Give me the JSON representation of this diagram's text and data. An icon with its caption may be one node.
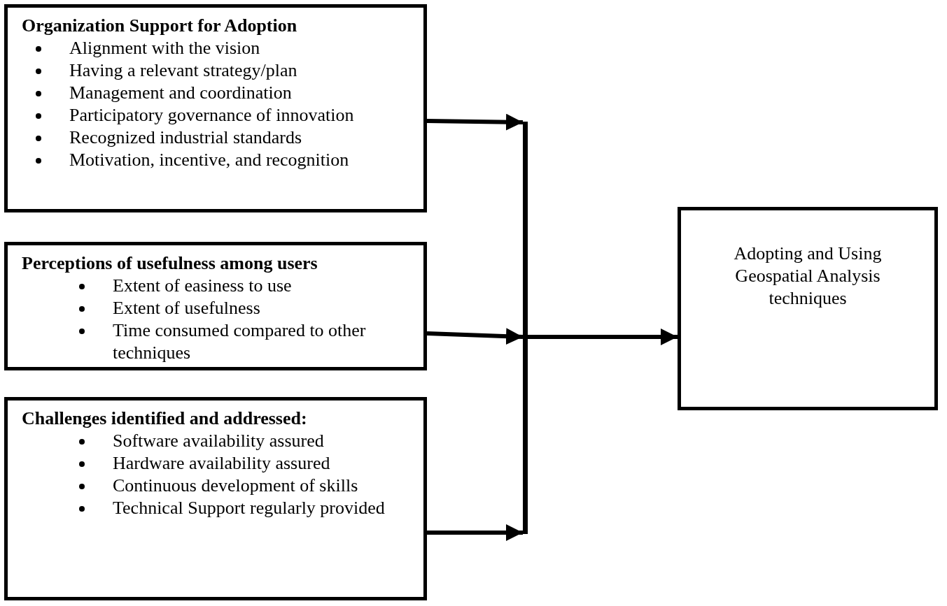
{
  "diagram": {
    "nodes": [
      {
        "text": [
          "Organization Support for Adoption",
          "Alignment with the vision",
          "Having a relevant strategy/plan",
          "Management and coordination",
          "Participatory governance of innovation",
          "Recognized industrial standards",
          "Motivation, incentive, and recognition"
        ]
      },
      {
        "text": [
          "Perceptions of usefulness among users",
          "Extent of easiness to use",
          "Extent of usefulness",
          "Time consumed compared to other techniques"
        ]
      },
      {
        "text": [
          "Challenges identified and addressed:",
          "Software availability assured",
          "Hardware availability assured",
          "Continuous development of skills",
          "Technical Support regularly provided"
        ]
      },
      {
        "text": [],
        "shape": "bar"
      },
      {
        "text": [
          "Adopting and Using Geospatial Analysis techniques"
        ]
      }
    ],
    "edges": [
      {
        "from": 0,
        "to": 3,
        "arrow": "to"
      },
      {
        "from": 1,
        "to": 3,
        "arrow": "to"
      },
      {
        "from": 2,
        "to": 3,
        "arrow": "to"
      },
      {
        "from": 3,
        "to": 4,
        "arrow": "to"
      }
    ]
  }
}
